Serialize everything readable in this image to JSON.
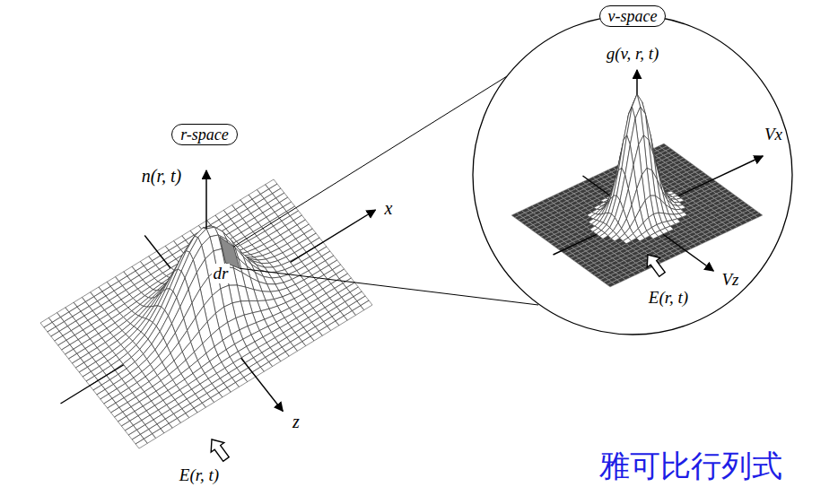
{
  "diagram": {
    "nodes": [
      {
        "text": [
          "r-space"
        ]
      },
      {
        "text": [
          "v-space"
        ]
      }
    ],
    "labels": [
      "n(r, t)",
      "dr",
      "x",
      "z",
      "E(r, t)",
      "g(v, r, t)",
      "Vx",
      "Vz",
      "E(r, t)",
      "雅可比行列式"
    ]
  }
}
